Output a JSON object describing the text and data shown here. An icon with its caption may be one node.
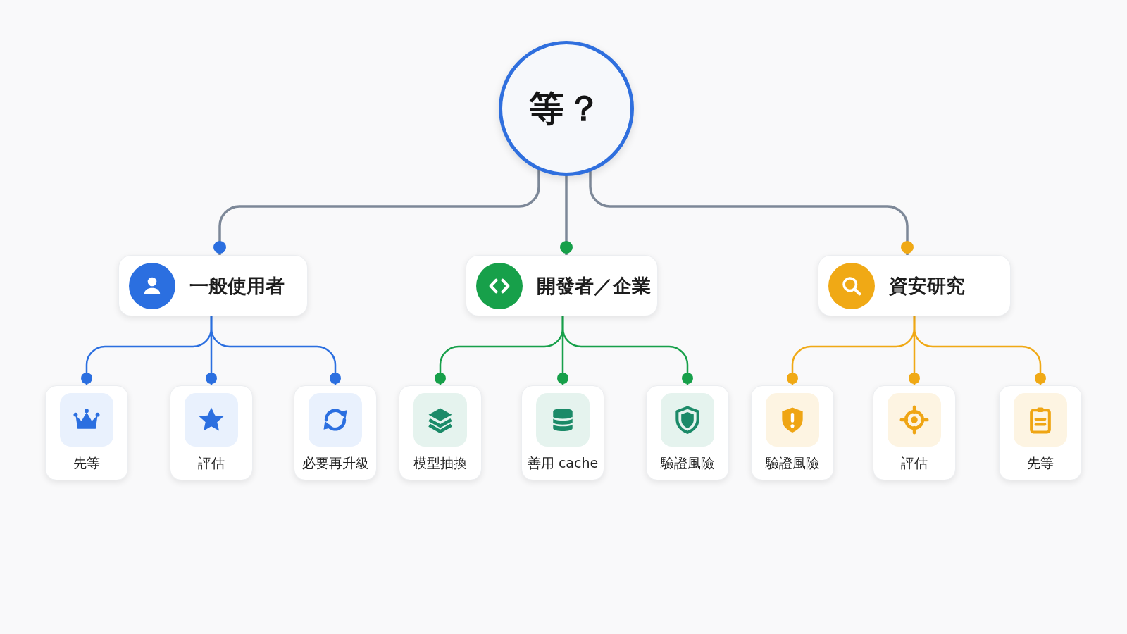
{
  "diagram": {
    "nodes": [
      {
        "text": [
          "等？"
        ]
      },
      {
        "text": [
          "一般使用者"
        ]
      },
      {
        "text": [
          "開發者／企業"
        ]
      },
      {
        "text": [
          "資安研究"
        ]
      },
      {
        "text": [
          "先等"
        ]
      },
      {
        "text": [
          "評估"
        ]
      },
      {
        "text": [
          "必要再升級"
        ]
      },
      {
        "text": [
          "模型抽換"
        ]
      },
      {
        "text": [
          "善用 cache"
        ]
      },
      {
        "text": [
          "驗證風險"
        ]
      },
      {
        "text": [
          "驗證風險"
        ]
      },
      {
        "text": [
          "評估"
        ]
      },
      {
        "text": [
          "先等"
        ]
      }
    ],
    "edges": [
      {
        "from": 0,
        "to": 1,
        "arrow": "other"
      },
      {
        "from": 0,
        "to": 2,
        "arrow": "other"
      },
      {
        "from": 0,
        "to": 3,
        "arrow": "other"
      },
      {
        "from": 1,
        "to": 4,
        "arrow": "other",
        "color": "#2b6fe0"
      },
      {
        "from": 1,
        "to": 5,
        "arrow": "other",
        "color": "#2b6fe0"
      },
      {
        "from": 1,
        "to": 6,
        "arrow": "other",
        "color": "#2b6fe0"
      },
      {
        "from": 2,
        "to": 7,
        "arrow": "other",
        "color": "#17a04a"
      },
      {
        "from": 2,
        "to": 8,
        "arrow": "other",
        "color": "#17a04a"
      },
      {
        "from": 2,
        "to": 9,
        "arrow": "other",
        "color": "#17a04a"
      },
      {
        "from": 3,
        "to": 10,
        "arrow": "other",
        "color": "#f0a915"
      },
      {
        "from": 3,
        "to": 11,
        "arrow": "other",
        "color": "#f0a915"
      },
      {
        "from": 3,
        "to": 12,
        "arrow": "other",
        "color": "#f0a915"
      }
    ]
  }
}
